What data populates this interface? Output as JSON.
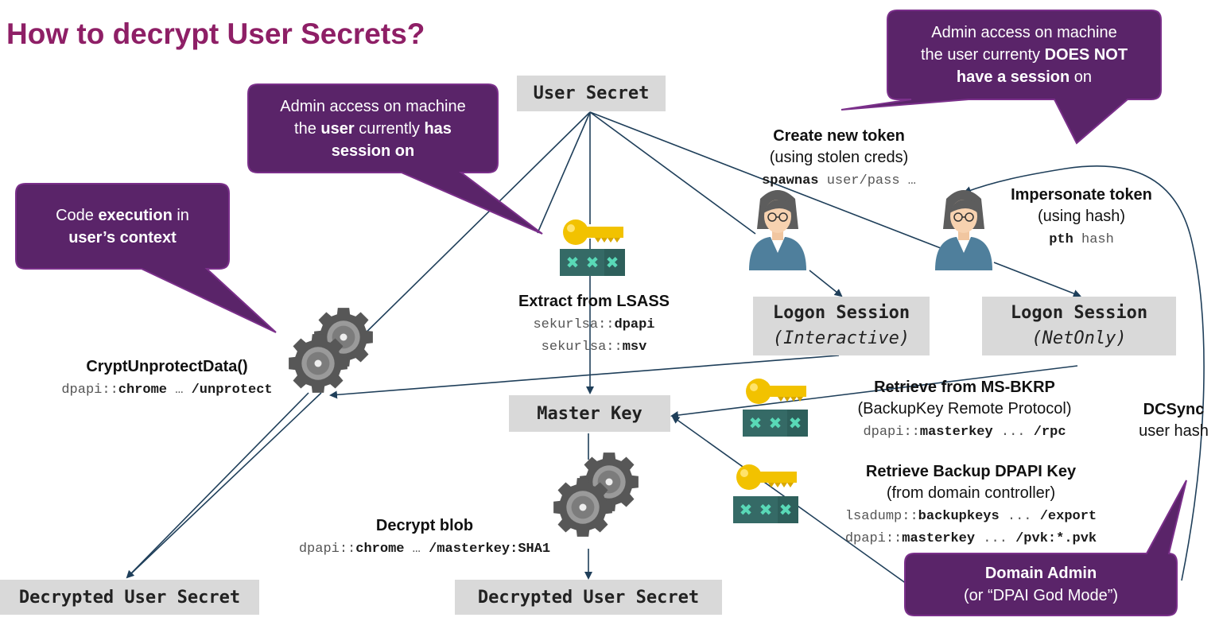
{
  "title": "How to decrypt User Secrets?",
  "nodes": {
    "user_secret": "User Secret",
    "master_key": "Master Key",
    "decrypted_left": "Decrypted User Secret",
    "decrypted_center": "Decrypted User Secret",
    "logon_interactive": {
      "line1": "Logon Session",
      "line2": "(Interactive)"
    },
    "logon_netonly": {
      "line1": "Logon Session",
      "line2": "(NetOnly)"
    }
  },
  "callouts": {
    "code_exec": {
      "a": "Code ",
      "b": "execution",
      "c": " in",
      "d": "user’s context"
    },
    "admin_has": {
      "a": "Admin access on machine",
      "b": "the ",
      "c": "user",
      "d": " currently ",
      "e": "has",
      "f": "session on"
    },
    "admin_not": {
      "a": "Admin access on machine",
      "b": "the user currenty ",
      "c": "DOES NOT",
      "d": "have a session",
      "e": " on"
    },
    "domain_admin": {
      "a": "Domain Admin",
      "b": "(or “DPAI God Mode”)"
    }
  },
  "labels": {
    "crypt": {
      "title": "CryptUnprotectData()",
      "m1": "dpapi::",
      "m2": "chrome",
      "m3": " … ",
      "m4": "/unprotect"
    },
    "lsass": {
      "title": "Extract from LSASS",
      "r1a": "sekurlsa::",
      "r1b": "dpapi",
      "r2a": "sekurlsa::",
      "r2b": "msv"
    },
    "decrypt_blob": {
      "title": "Decrypt blob",
      "m1": "dpapi::",
      "m2": "chrome",
      "m3": " … ",
      "m4": "/masterkey",
      "m5": ":SHA1"
    },
    "new_token": {
      "title": "Create new token",
      "sub": "(using stolen creds)",
      "m1": "spawnas",
      "m2": " user/pass …"
    },
    "impersonate": {
      "title": "Impersonate token",
      "sub": "(using hash)",
      "m1": "pth",
      "m2": " hash"
    },
    "bkrp": {
      "title": "Retrieve from MS-BKRP",
      "sub": "(BackupKey Remote Protocol)",
      "m1": "dpapi::",
      "m2": "masterkey",
      "m3": " ... ",
      "m4": "/rpc"
    },
    "backup_key": {
      "title": "Retrieve Backup DPAPI Key",
      "sub": "(from domain controller)",
      "r1a": "lsadump::",
      "r1b": "backupkeys",
      "r1c": " ... ",
      "r1d": "/export",
      "r2a": "dpapi::",
      "r2b": "masterkey",
      "r2c": " ... ",
      "r2d": "/pvk",
      "r2e": ":*.pvk"
    },
    "dcsync": {
      "title": "DCSync",
      "sub": "user hash"
    }
  },
  "colors": {
    "title": "#8e1f66",
    "callout": "#5a2469",
    "callout_border": "#7a2f8a",
    "arrow": "#1f3f5a",
    "box": "#d9d9d9",
    "key": "#f2c200",
    "teal": "#356a66",
    "cross": "#59d9b7",
    "gear": "#555555"
  },
  "icons": [
    "key-icon",
    "password-field-icon",
    "gear-icon",
    "user-avatar-icon"
  ]
}
